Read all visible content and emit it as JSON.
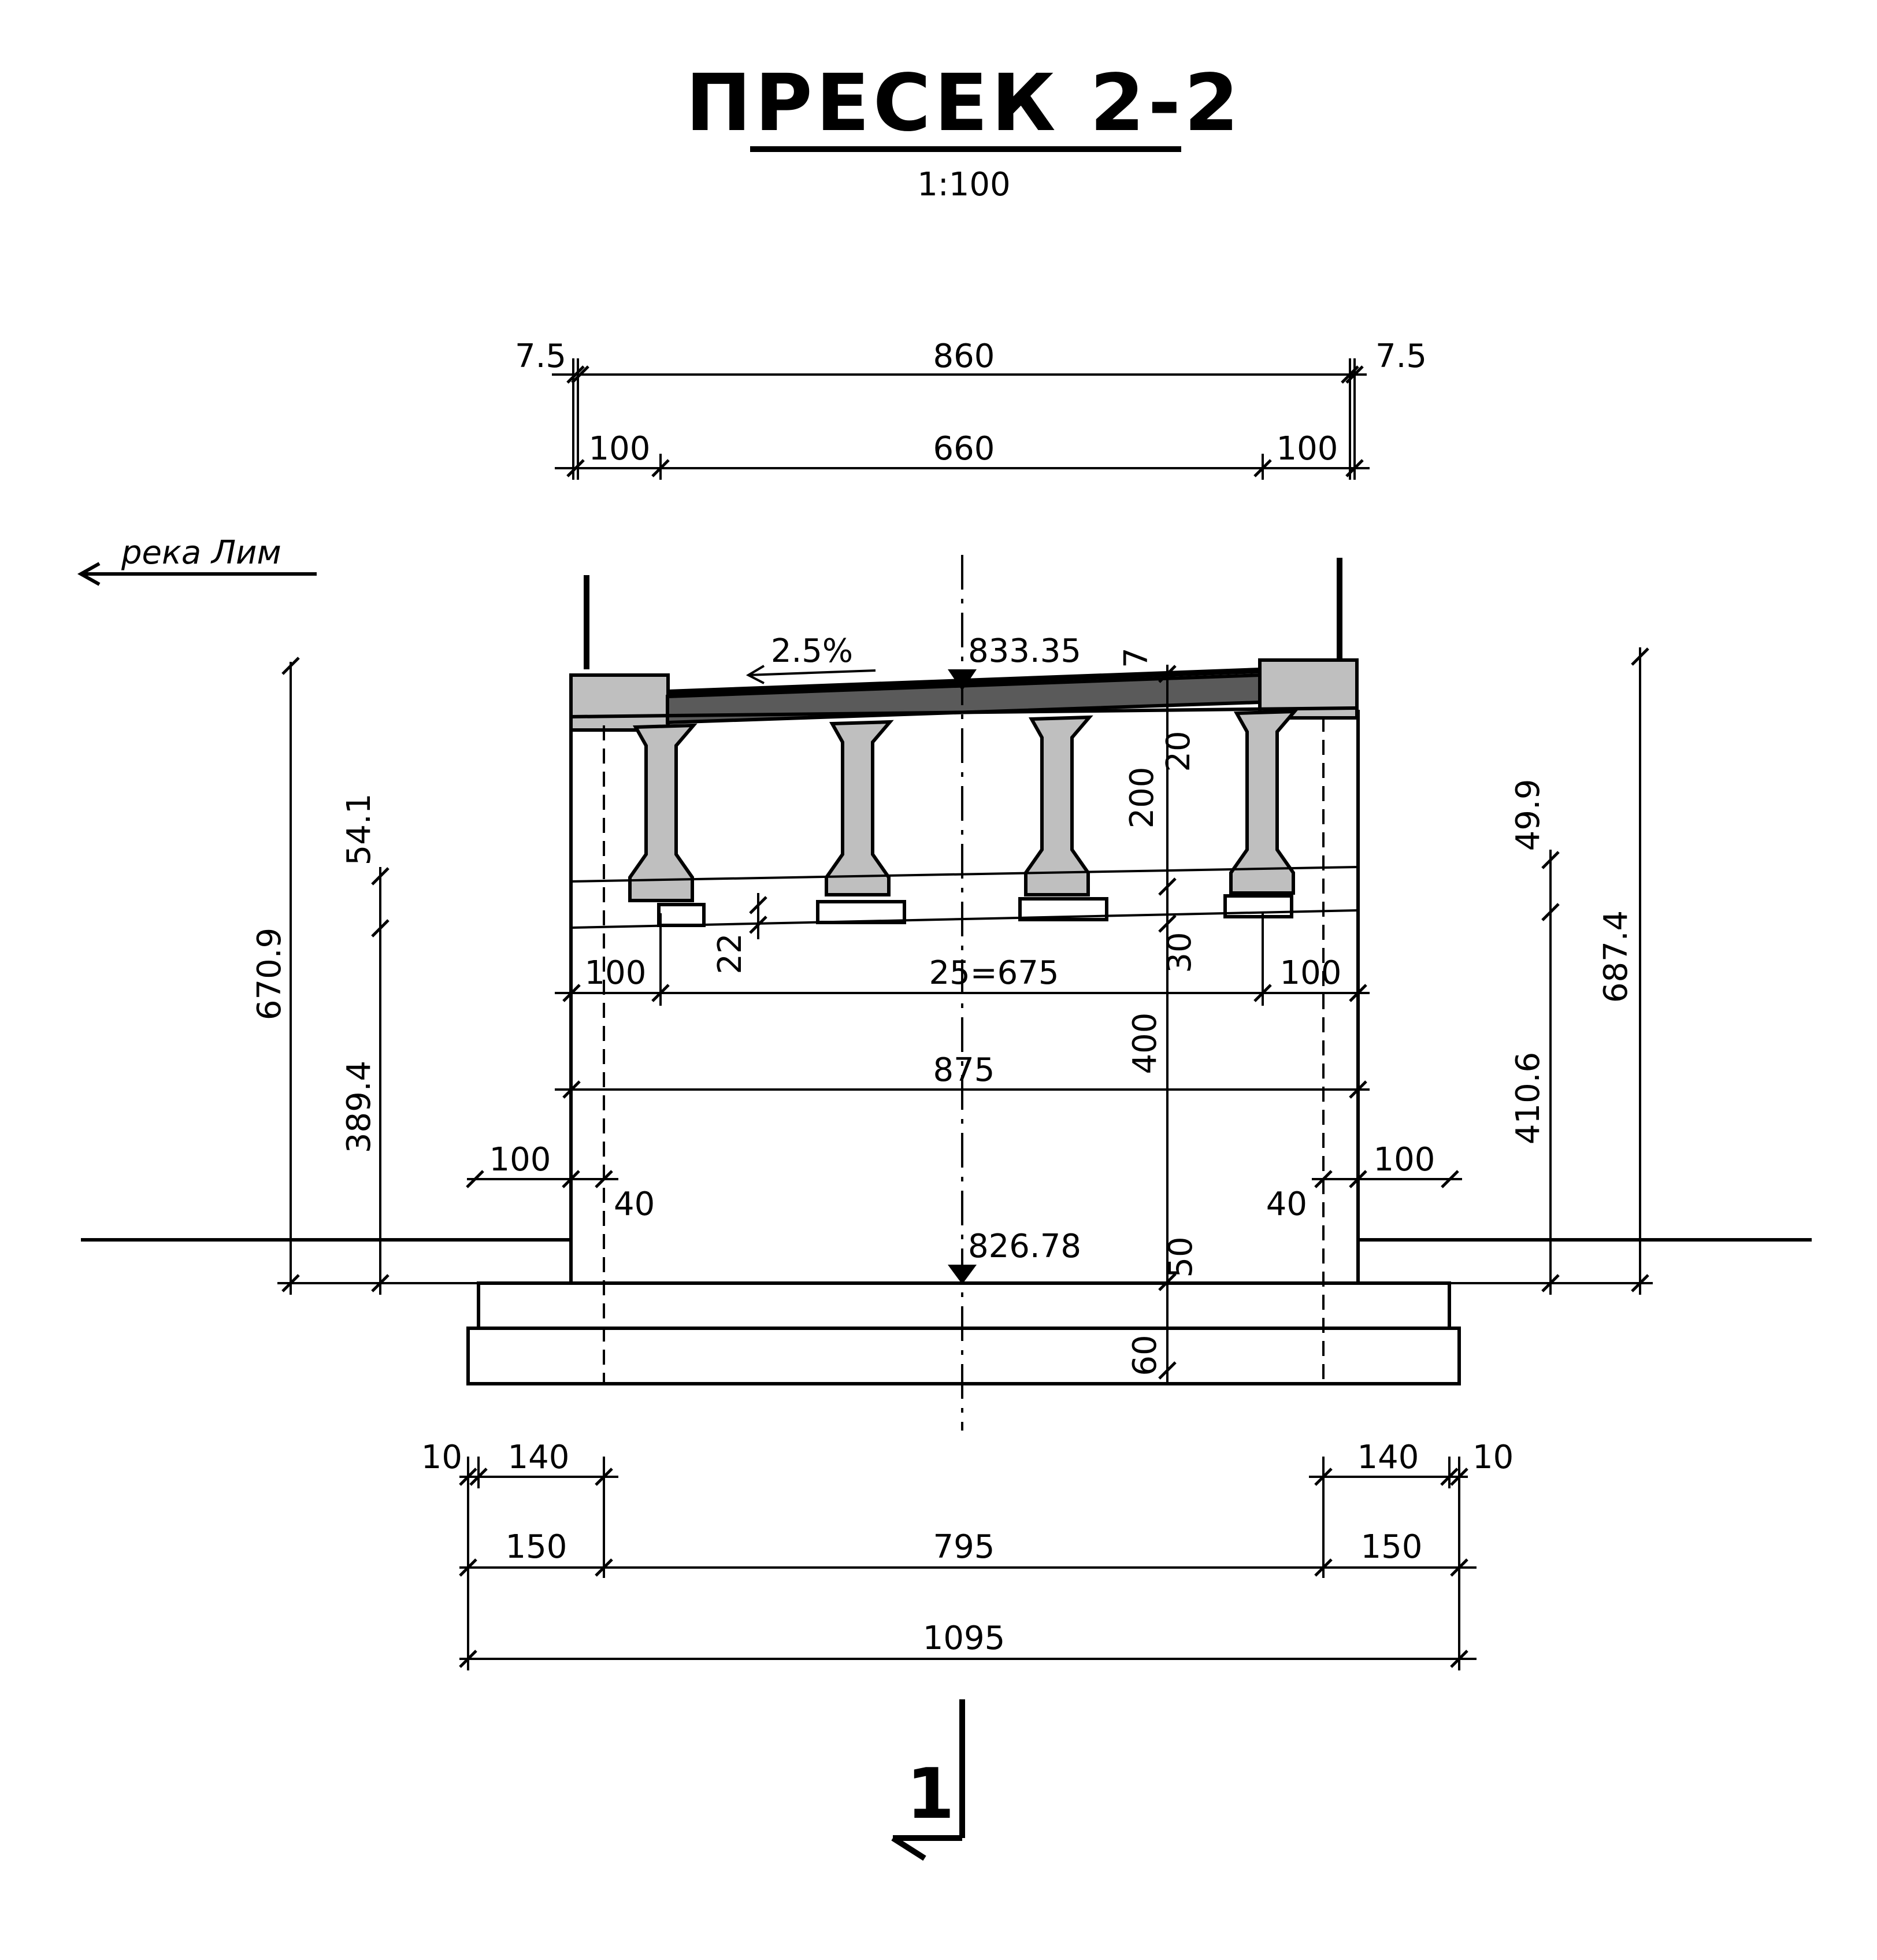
{
  "title": "ПРЕСЕК 2-2",
  "scale": "1:100",
  "river_label": "река Лим",
  "elevations": {
    "top": "833.35",
    "bottom": "826.78"
  },
  "slope": "2.5%",
  "section_mark": "1",
  "dims": {
    "top_left_edge": "7.5",
    "top_overall": "860",
    "top_right_edge": "7.5",
    "walk_left": "100",
    "carriageway": "660",
    "walk_right": "100",
    "girders_left": "100",
    "girders_spacing": "25=675",
    "girders_right": "100",
    "cap_width": "875",
    "wall_left_out": "100",
    "wall_left_in": "40",
    "wall_right_in": "40",
    "wall_right_out": "100",
    "deck_7": "7",
    "deck_20": "20",
    "girder_200": "200",
    "bearing_30": "30",
    "wall_400": "400",
    "footing_50": "50",
    "footing_60": "60",
    "pad_22": "22",
    "left_total": "670.9",
    "left_upper": "54.1",
    "left_lower": "389.4",
    "right_upper": "49.9",
    "right_lower": "410.6",
    "right_total": "687.4",
    "foot_left_10": "10",
    "foot_left_140": "140",
    "foot_right_140": "140",
    "foot_right_10": "10",
    "foot_left_150": "150",
    "foot_mid_795": "795",
    "foot_right_150": "150",
    "foot_total": "1095"
  }
}
